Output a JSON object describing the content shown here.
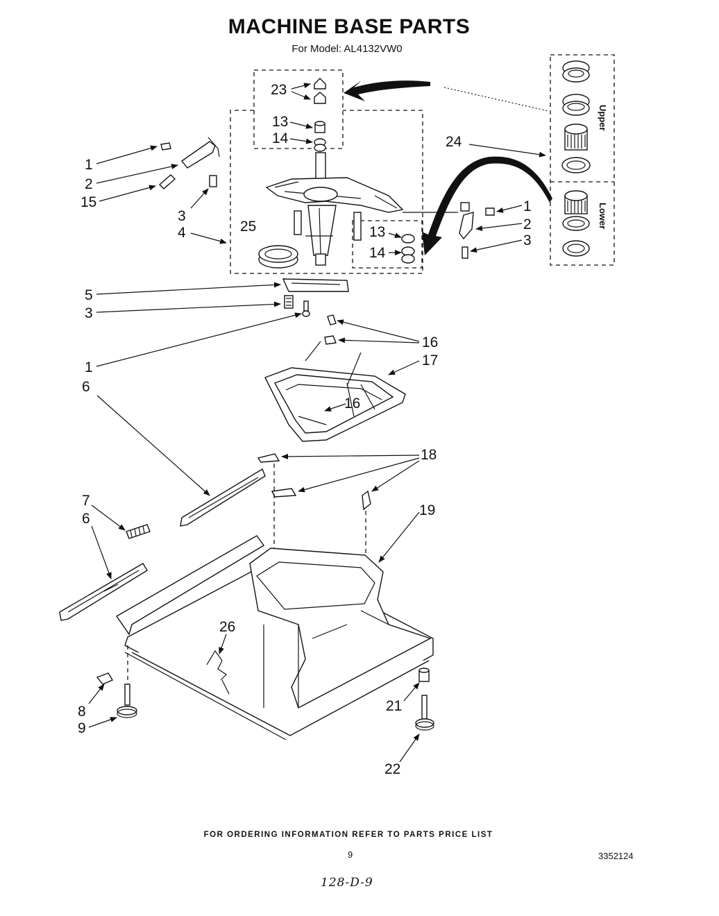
{
  "title": "MACHINE BASE PARTS",
  "subtitle": "For Model: AL4132VW0",
  "footer_note": "FOR ORDERING INFORMATION REFER TO PARTS PRICE LIST",
  "page_number": "9",
  "doc_number": "3352124",
  "handwritten": "128-D-9",
  "bearing_inset": {
    "upper": "Upper",
    "lower": "Lower"
  },
  "callouts": {
    "c23": "23",
    "c13a": "13",
    "c14a": "14",
    "c24": "24",
    "c1a": "1",
    "c2a": "2",
    "c15": "15",
    "c3a": "3",
    "c4": "4",
    "c25": "25",
    "c13b": "13",
    "c14b": "14",
    "c1b": "1",
    "c2b": "2",
    "c3b": "3",
    "c5": "5",
    "c3c": "3",
    "c1c": "1",
    "c16a": "16",
    "c17": "17",
    "c16b": "16",
    "c6a": "6",
    "c18": "18",
    "c7": "7",
    "c6b": "6",
    "c19": "19",
    "c26": "26",
    "c8": "8",
    "c9": "9",
    "c21": "21",
    "c22": "22"
  }
}
